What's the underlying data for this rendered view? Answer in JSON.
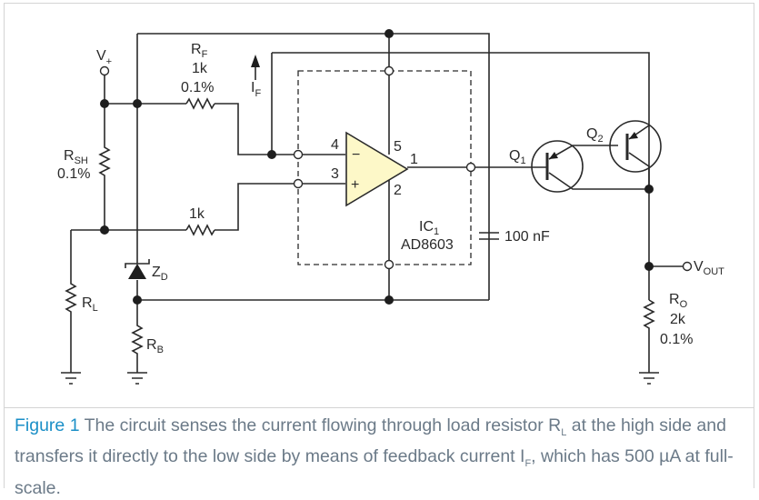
{
  "diagram": {
    "labels": {
      "vplus": "V",
      "vplus_sub": "+",
      "rf_name": "R",
      "rf_sub": "F",
      "rf_value": "1k",
      "rf_tol": "0.1%",
      "if_name": "I",
      "if_sub": "F",
      "rsh_name": "R",
      "rsh_sub": "SH",
      "rsh_tol": "0.1%",
      "r2_value": "1k",
      "zd_name": "Z",
      "zd_sub": "D",
      "rl_name": "R",
      "rl_sub": "L",
      "rb_name": "R",
      "rb_sub": "B",
      "pin4": "4",
      "pin3": "3",
      "pin5": "5",
      "pin1": "1",
      "pin2": "2",
      "minus": "−",
      "plus": "+",
      "ic_name": "IC",
      "ic_sub": "1",
      "ic_part": "AD8603",
      "cap_value": "100 nF",
      "q1_name": "Q",
      "q1_sub": "1",
      "q2_name": "Q",
      "q2_sub": "2",
      "vout_name": "V",
      "vout_sub": "OUT",
      "ro_name": "R",
      "ro_sub": "O",
      "ro_value": "2k",
      "ro_tol": "0.1%"
    },
    "colors": {
      "opamp_fill": "#fdf8c8",
      "wire": "#2a2a2a",
      "caption_accent": "#1b8fc7",
      "caption_text": "#6b7a88"
    }
  },
  "caption": {
    "figure_label": "Figure 1",
    "text_part1": " The circuit senses the current flowing through load resistor R",
    "rl_sub": "L",
    "text_part2": " at the high side and transfers it directly to the low side by means of feedback current I",
    "if_sub": "F",
    "text_part3": ", which has 500 µA at full-scale."
  }
}
